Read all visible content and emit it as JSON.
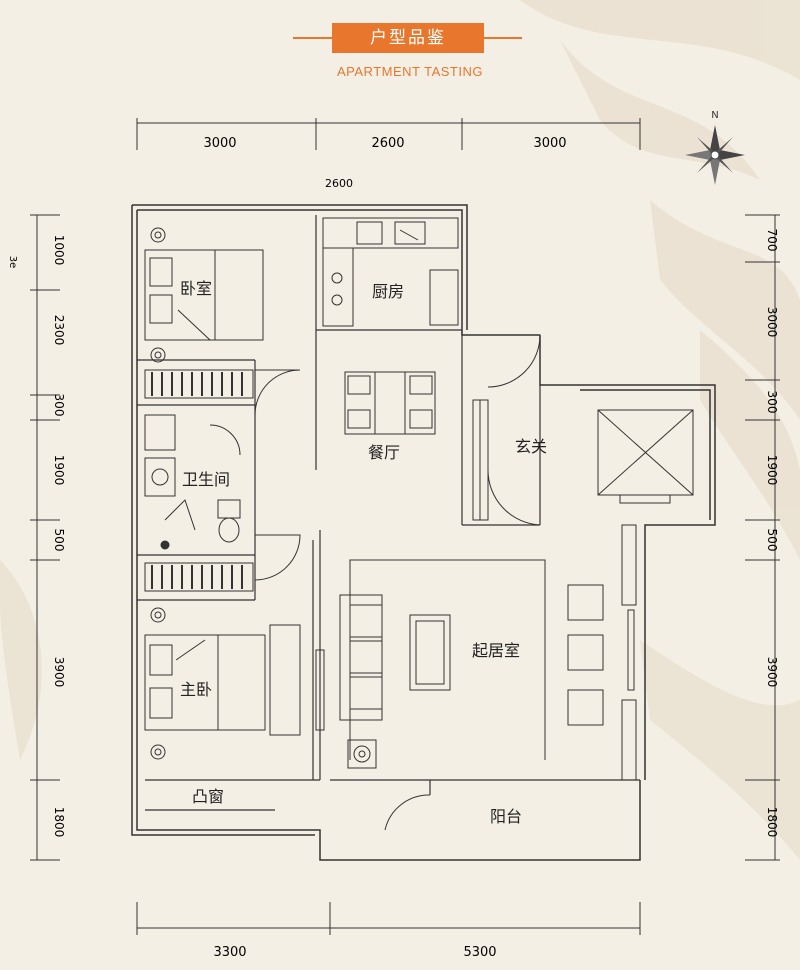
{
  "header": {
    "title": "户型品鉴",
    "subtitle": "APARTMENT TASTING"
  },
  "colors": {
    "accent": "#e8762c",
    "wall": "#333333",
    "background": "#f4efe4"
  },
  "compass": {
    "label": "N",
    "icon": "compass-rose-icon"
  },
  "dimensions": {
    "top": [
      "3000",
      "2600",
      "3000"
    ],
    "top_secondary": "2600",
    "bottom": [
      "3300",
      "5300"
    ],
    "left": [
      "1000",
      "2300",
      "300",
      "1900",
      "500",
      "3900",
      "1800"
    ],
    "right": [
      "700",
      "3000",
      "300",
      "1900",
      "500",
      "3900",
      "1800"
    ],
    "left_top_fragment": "3e"
  },
  "rooms": {
    "bedroom": "卧室",
    "kitchen": "厨房",
    "dining": "餐厅",
    "foyer": "玄关",
    "bathroom": "卫生间",
    "living": "起居室",
    "master": "主卧",
    "bay_window": "凸窗",
    "balcony": "阳台"
  }
}
